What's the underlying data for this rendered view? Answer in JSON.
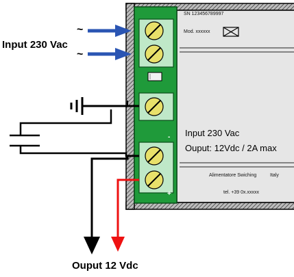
{
  "diagram": {
    "input_label": "Input 230 Vac",
    "output_label": "Ouput 12 Vdc",
    "ac_symbol": "~",
    "terminal_plus": "+",
    "terminal_minus": "-",
    "device": {
      "serial": "SN 123456789997",
      "model": "Mod. xxxxxx",
      "input_spec": "Input 230 Vac",
      "output_spec": "Ouput: 12Vdc / 2A max",
      "name": "Alimentatore Swiching",
      "country": "Italy",
      "phone": "tel. +39 0x.xxxxx"
    },
    "colors": {
      "arrow_blue": "#2a55b3",
      "board_green": "#1f9a3a",
      "wire_red": "#ee1111",
      "panel_gray": "#e6e6e6",
      "screw_yellow": "#e8e06a"
    }
  }
}
